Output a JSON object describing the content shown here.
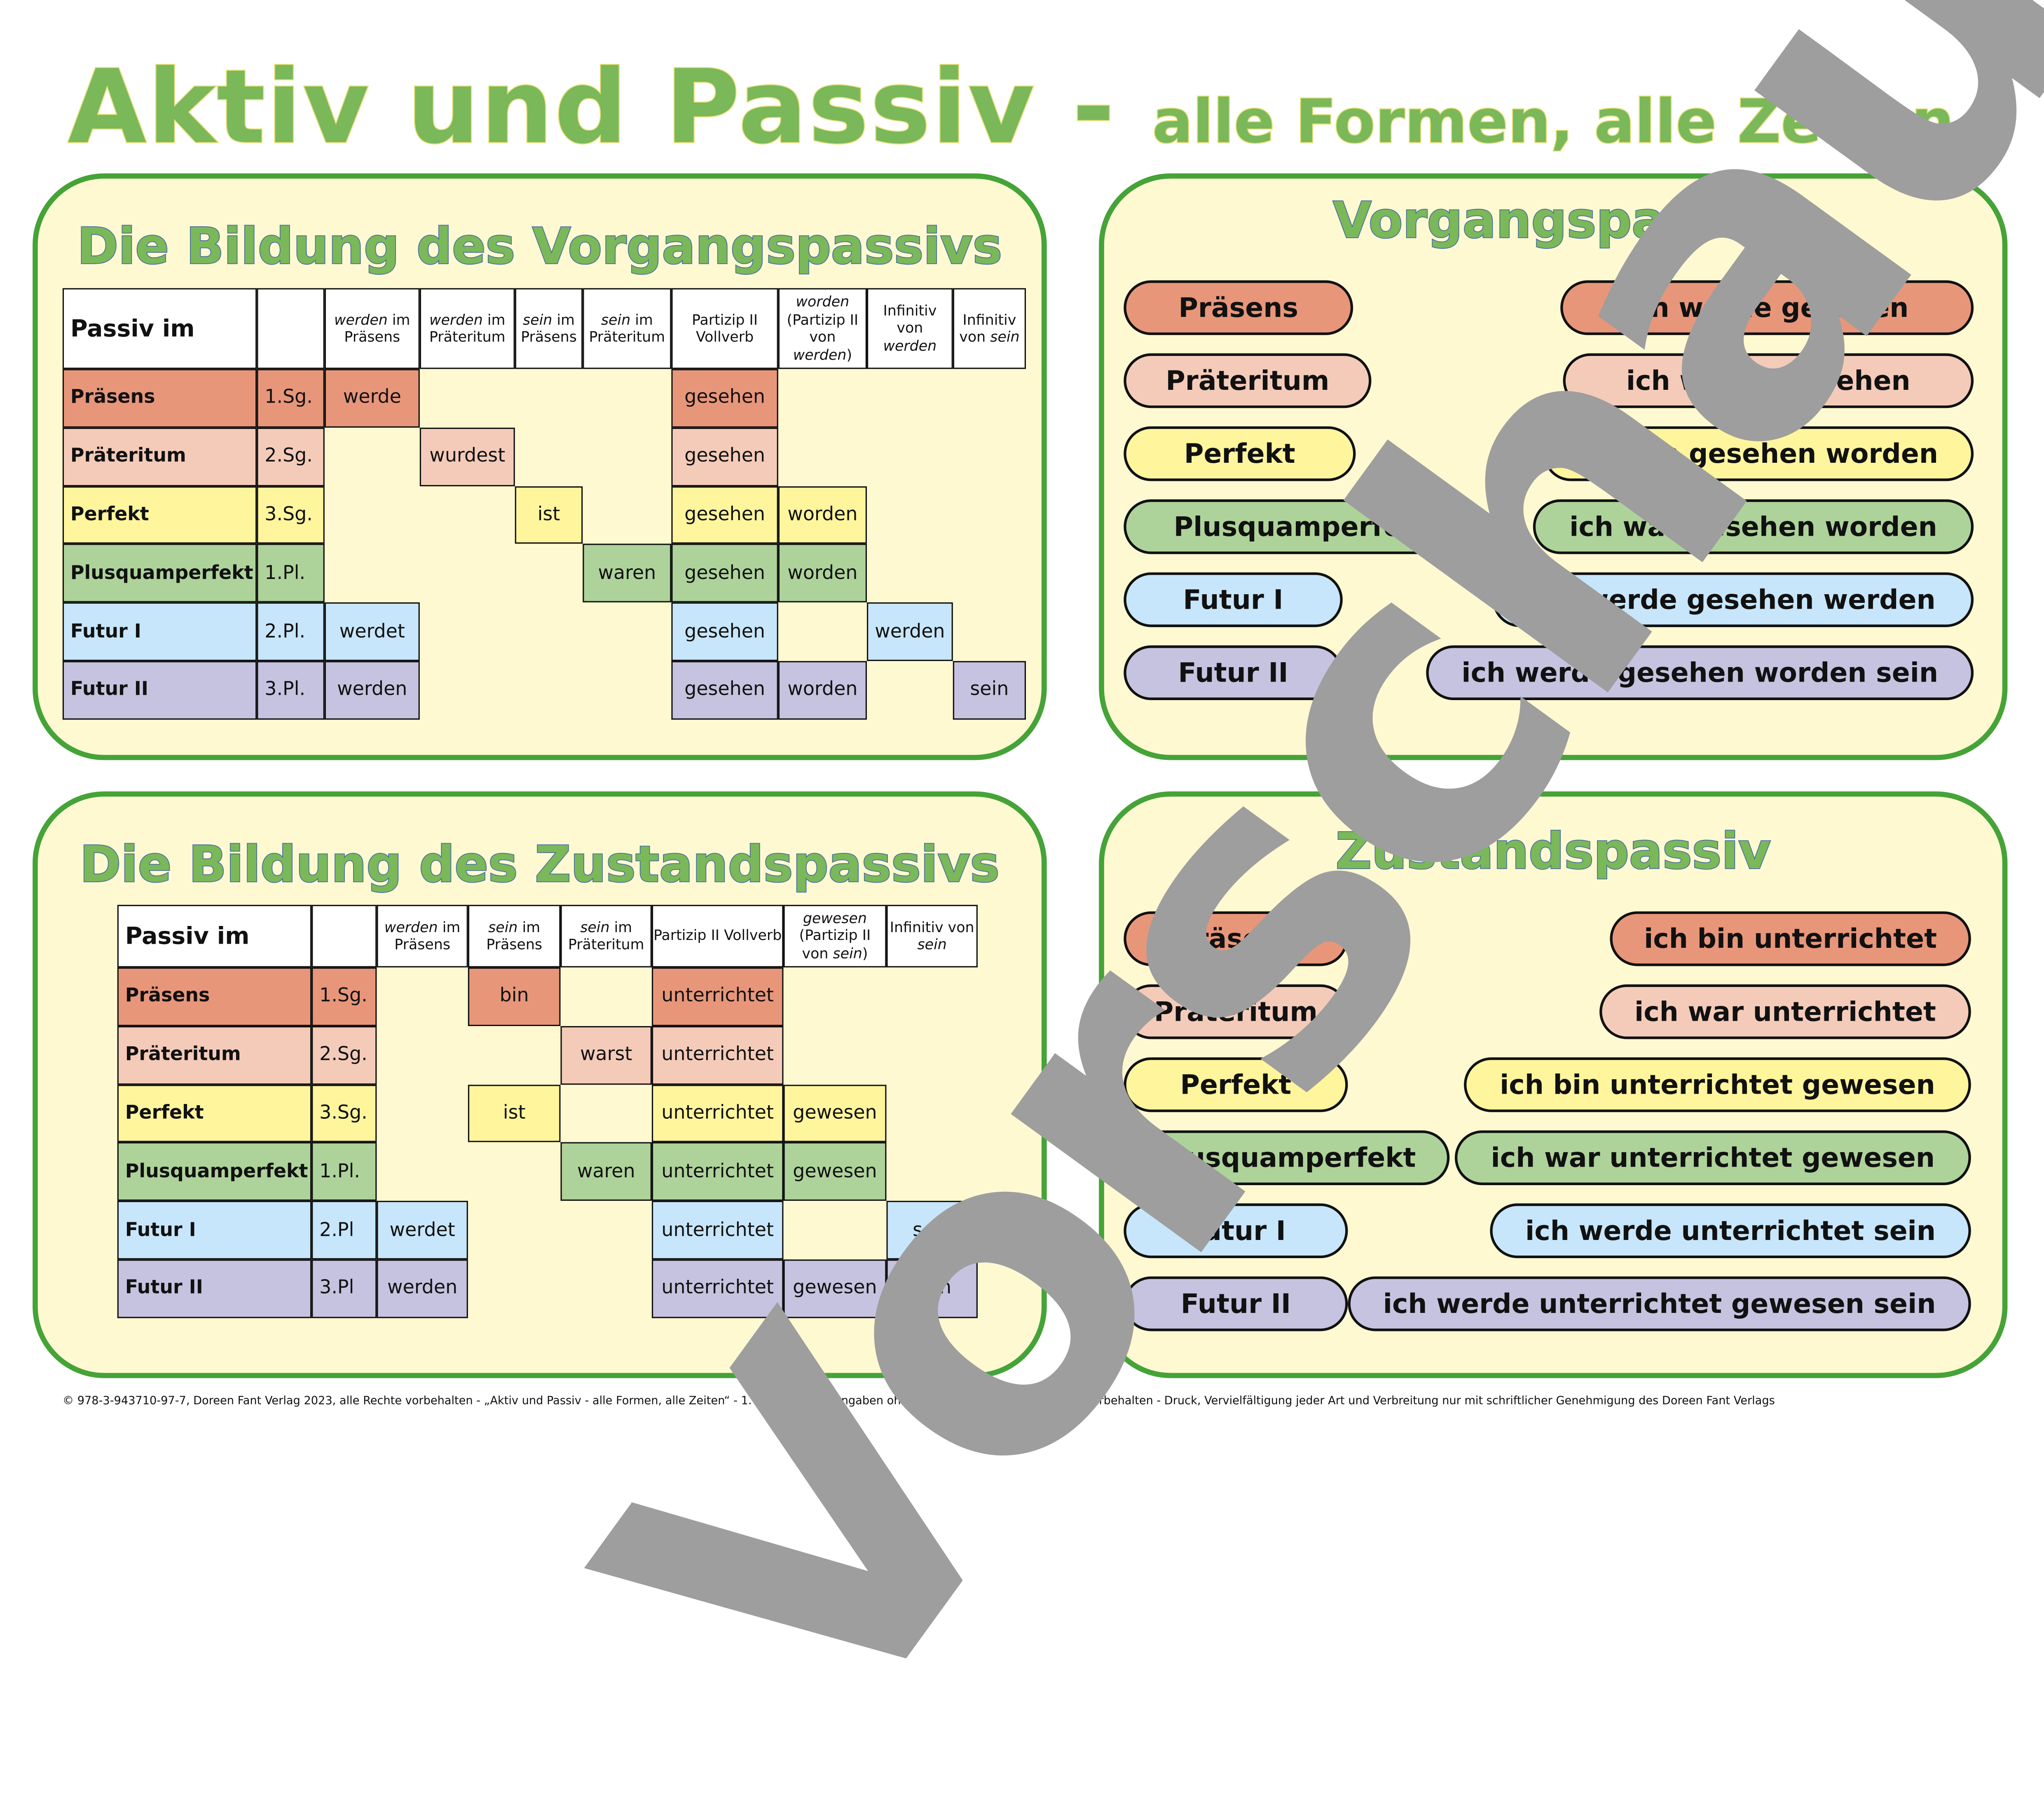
{
  "title": {
    "main": "Aktiv und Passiv -",
    "sub": "alle Formen, alle Zeiten"
  },
  "colors": {
    "praesens": "#e8967a",
    "praeteritum": "#f4cbb9",
    "perfekt": "#fff59d",
    "plusquamperfekt": "#aed39a",
    "futur1": "#c7e6fb",
    "futur2": "#c6c3e0",
    "panel": "#fff9d2",
    "border": "#45a338"
  },
  "vorgang_table": {
    "title": "Die Bildung des Vorgangspassivs",
    "header0": "Passiv im",
    "headers": [
      [
        [
          "werden",
          1
        ],
        [
          " im Präsens",
          0
        ]
      ],
      [
        [
          "werden",
          1
        ],
        [
          " im Präteritum",
          0
        ]
      ],
      [
        [
          "sein",
          1
        ],
        [
          " im Präsens",
          0
        ]
      ],
      [
        [
          "sein",
          1
        ],
        [
          " im Präteritum",
          0
        ]
      ],
      [
        [
          "Partizip II Vollverb",
          0
        ]
      ],
      [
        [
          "worden",
          1
        ],
        [
          " (Partizip II von ",
          0
        ],
        [
          "werden",
          1
        ],
        [
          ")",
          0
        ]
      ],
      [
        [
          "Infinitiv von ",
          0
        ],
        [
          "werden",
          1
        ]
      ],
      [
        [
          "Infinitiv von ",
          0
        ],
        [
          "sein",
          1
        ]
      ]
    ],
    "rows": [
      {
        "label": "Präsens",
        "person": "1.Sg.",
        "cells": [
          "werde",
          null,
          null,
          null,
          "gesehen",
          null,
          null,
          null
        ]
      },
      {
        "label": "Präteritum",
        "person": "2.Sg.",
        "cells": [
          null,
          "wurdest",
          null,
          null,
          "gesehen",
          null,
          null,
          null
        ]
      },
      {
        "label": "Perfekt",
        "person": "3.Sg.",
        "cells": [
          null,
          null,
          "ist",
          null,
          "gesehen",
          "worden",
          null,
          null
        ]
      },
      {
        "label": "Plusquamperfekt",
        "person": "1.Pl.",
        "cells": [
          null,
          null,
          null,
          "waren",
          "gesehen",
          "worden",
          null,
          null
        ]
      },
      {
        "label": "Futur I",
        "person": "2.Pl.",
        "cells": [
          "werdet",
          null,
          null,
          null,
          "gesehen",
          null,
          "werden",
          null
        ]
      },
      {
        "label": "Futur II",
        "person": "3.Pl.",
        "cells": [
          "werden",
          null,
          null,
          null,
          "gesehen",
          "worden",
          null,
          "sein"
        ]
      }
    ]
  },
  "zustand_table": {
    "title": "Die Bildung des Zustandspassivs",
    "header0": "Passiv im",
    "headers": [
      [
        [
          "werden",
          1
        ],
        [
          " im Präsens",
          0
        ]
      ],
      [
        [
          "sein",
          1
        ],
        [
          " im Präsens",
          0
        ]
      ],
      [
        [
          "sein",
          1
        ],
        [
          " im Präteritum",
          0
        ]
      ],
      [
        [
          "Partizip II Vollverb",
          0
        ]
      ],
      [
        [
          "gewesen",
          1
        ],
        [
          " (Partizip II von ",
          0
        ],
        [
          "sein",
          1
        ],
        [
          ")",
          0
        ]
      ],
      [
        [
          "Infinitiv von ",
          0
        ],
        [
          "sein",
          1
        ]
      ]
    ],
    "rows": [
      {
        "label": "Präsens",
        "person": "1.Sg.",
        "cells": [
          null,
          "bin",
          null,
          "unterrichtet",
          null,
          null
        ]
      },
      {
        "label": "Präteritum",
        "person": "2.Sg.",
        "cells": [
          null,
          null,
          "warst",
          "unterrichtet",
          null,
          null
        ]
      },
      {
        "label": "Perfekt",
        "person": "3.Sg.",
        "cells": [
          null,
          "ist",
          null,
          "unterrichtet",
          "gewesen",
          null
        ]
      },
      {
        "label": "Plusquamperfekt",
        "person": "1.Pl.",
        "cells": [
          null,
          null,
          "waren",
          "unterrichtet",
          "gewesen",
          null
        ]
      },
      {
        "label": "Futur I",
        "person": "2.Pl",
        "cells": [
          "werdet",
          null,
          null,
          "unterrichtet",
          null,
          "sein"
        ]
      },
      {
        "label": "Futur II",
        "person": "3.Pl",
        "cells": [
          "werden",
          null,
          null,
          "unterrichtet",
          "gewesen",
          "sein"
        ]
      }
    ]
  },
  "vorgang_pills": {
    "title": "Vorgangspassiv",
    "items": [
      {
        "tense": "Präsens",
        "example": "ich werde gesehen"
      },
      {
        "tense": "Präteritum",
        "example": "ich wurde gesehen"
      },
      {
        "tense": "Perfekt",
        "example": "ich bin gesehen worden"
      },
      {
        "tense": "Plusquamperfekt",
        "example": "ich war gesehen worden"
      },
      {
        "tense": "Futur I",
        "example": "ich werde gesehen werden"
      },
      {
        "tense": "Futur II",
        "example": "ich werde gesehen worden sein"
      }
    ]
  },
  "zustand_pills": {
    "title": "Zustandspassiv",
    "items": [
      {
        "tense": "Präsens",
        "example": "ich bin unterrichtet"
      },
      {
        "tense": "Präteritum",
        "example": "ich war unterrichtet"
      },
      {
        "tense": "Perfekt",
        "example": "ich bin unterrichtet gewesen"
      },
      {
        "tense": "Plusquamperfekt",
        "example": "ich war unterrichtet gewesen"
      },
      {
        "tense": "Futur I",
        "example": "ich werde unterrichtet sein"
      },
      {
        "tense": "Futur II",
        "example": "ich werde unterrichtet gewesen sein"
      }
    ]
  },
  "watermark": "Vorschau",
  "footer": "© 978-3-943710-97-7, Doreen Fant Verlag 2023, alle Rechte vorbehalten - „Aktiv und Passiv - alle Formen, alle Zeiten“ - 1. Auflage - Alle Angaben ohne Gewähr - Irrtümer und Fehler vorbehalten - Druck, Vervielfältigung jeder Art und Verbreitung nur mit schriftlicher Genehmigung des Doreen Fant Verlags"
}
